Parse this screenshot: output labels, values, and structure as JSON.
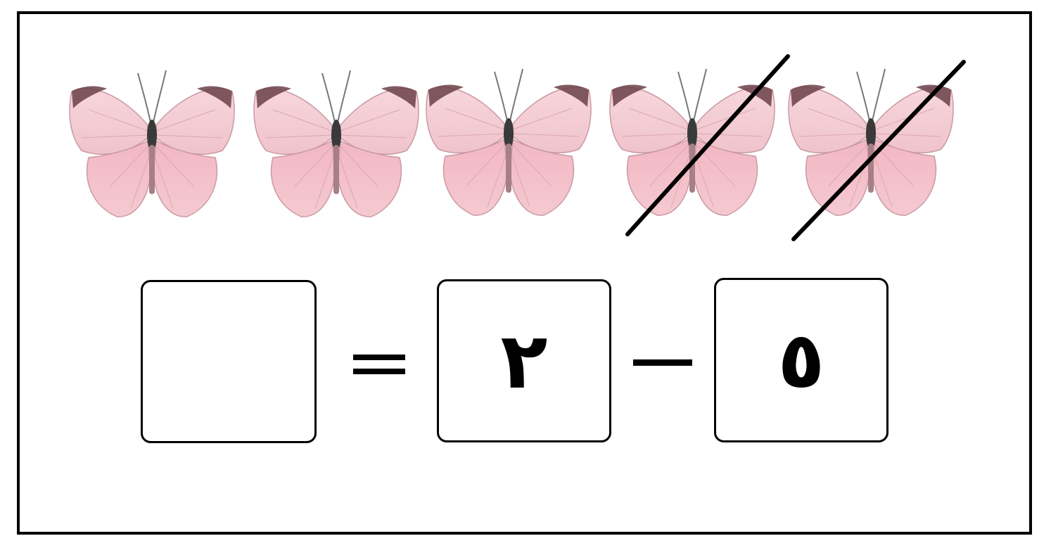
{
  "worksheet": {
    "butterflies": [
      {
        "icon": "butterfly-icon",
        "crossed": false
      },
      {
        "icon": "butterfly-icon",
        "crossed": false
      },
      {
        "icon": "butterfly-icon",
        "crossed": false
      },
      {
        "icon": "butterfly-icon",
        "crossed": true
      },
      {
        "icon": "butterfly-icon",
        "crossed": true
      }
    ],
    "equation": {
      "minuend": "٥",
      "minus_sign": "minus-sign",
      "subtrahend": "٢",
      "equals_sign": "equals-sign",
      "answer": ""
    },
    "colors": {
      "wing": "#f3b8c4",
      "wing_light": "#f7dde2",
      "wing_tip": "#5a3a40",
      "body": "#3a3a3a",
      "line": "#000000"
    }
  }
}
